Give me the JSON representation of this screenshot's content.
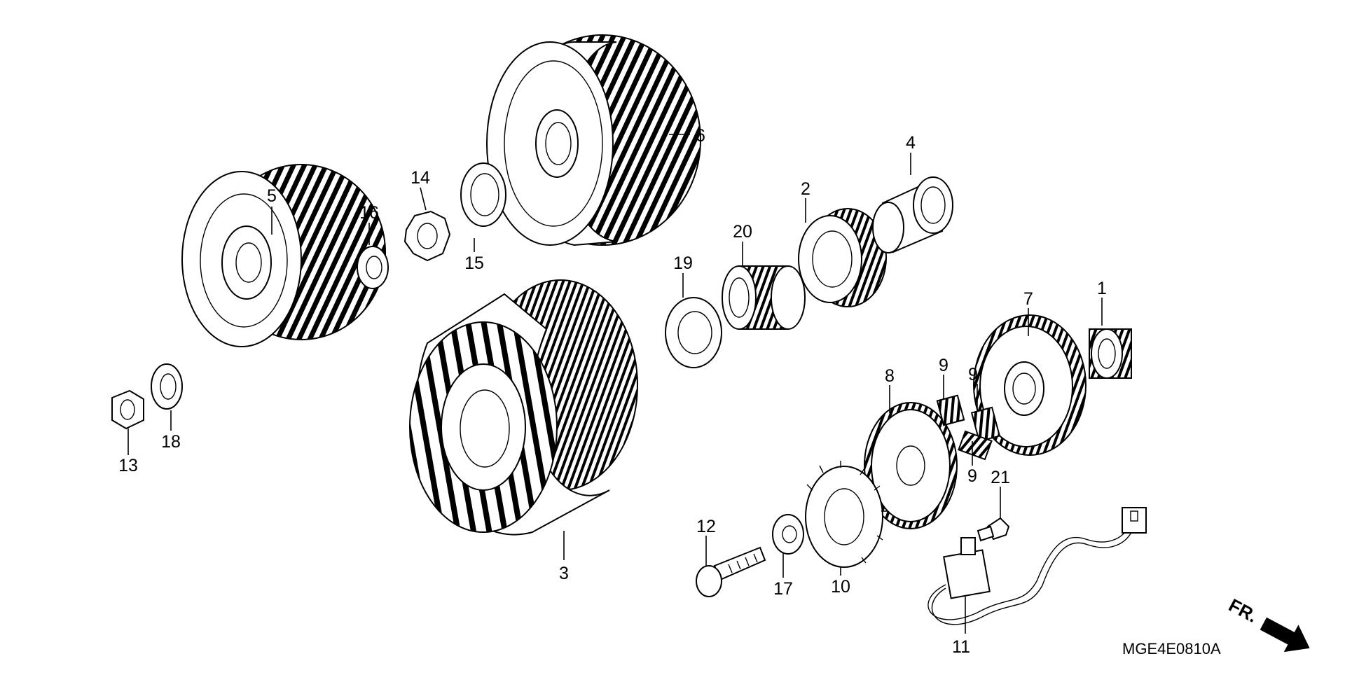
{
  "diagram": {
    "part_labels": [
      "1",
      "2",
      "3",
      "4",
      "5",
      "6",
      "7",
      "8",
      "9",
      "9",
      "9",
      "10",
      "11",
      "12",
      "13",
      "14",
      "15",
      "16",
      "17",
      "18",
      "19",
      "20",
      "21"
    ],
    "drawing_code": "MGE4E0810A",
    "direction_mark": "FR.",
    "colors": {
      "line": "#000000",
      "background": "#ffffff"
    }
  }
}
